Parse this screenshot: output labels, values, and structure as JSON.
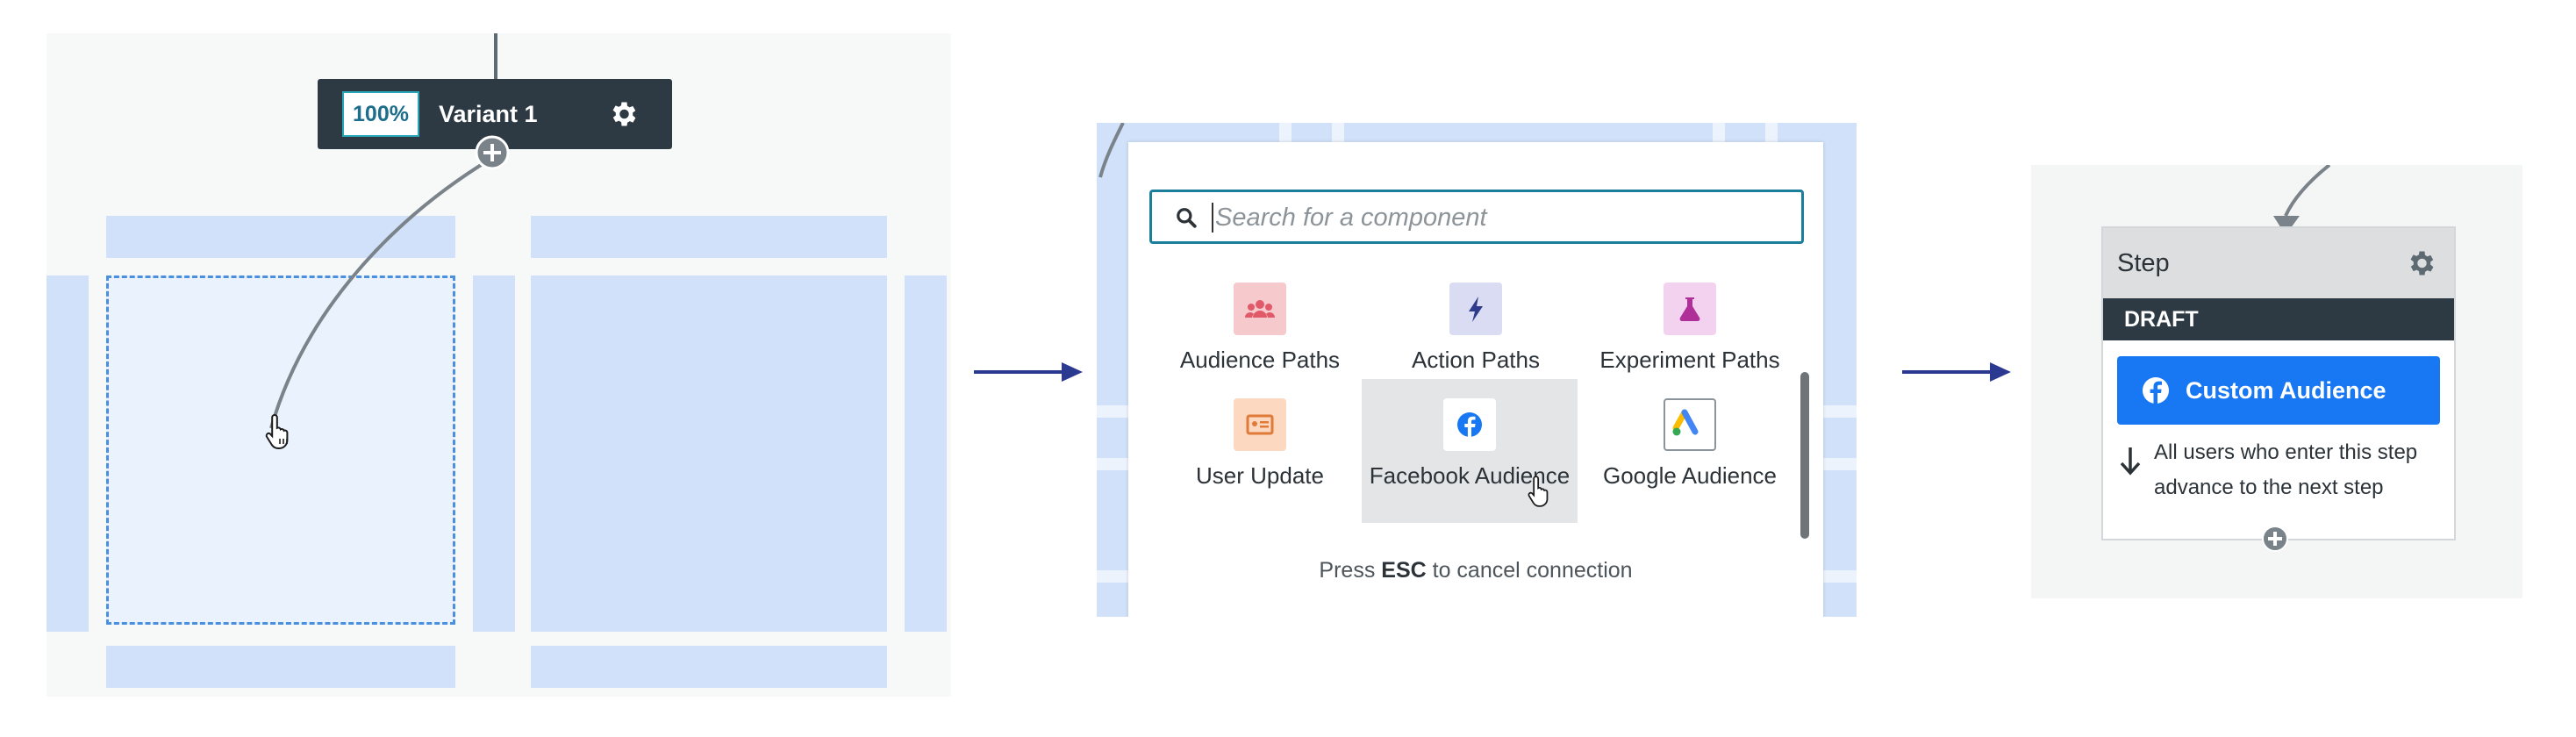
{
  "panel1": {
    "variant": {
      "percent": "100%",
      "name": "Variant 1"
    }
  },
  "panel2": {
    "search": {
      "placeholder": "Search for a component",
      "value": ""
    },
    "components": [
      {
        "label": "Audience Paths",
        "icon": "people-icon",
        "color": "#f6c9cc",
        "iconColor": "#e05a6a"
      },
      {
        "label": "Action Paths",
        "icon": "lightning-icon",
        "color": "#d9dcf2",
        "iconColor": "#2e3a8c"
      },
      {
        "label": "Experiment Paths",
        "icon": "flask-icon",
        "color": "#f2d2ef",
        "iconColor": "#b0309a"
      },
      {
        "label": "User Update",
        "icon": "id-card-icon",
        "color": "#fcd8c0",
        "iconColor": "#e07a38"
      },
      {
        "label": "Facebook Audience",
        "icon": "facebook-icon",
        "color": "#ffffff",
        "iconColor": "#1877f2"
      },
      {
        "label": "Google Audience",
        "icon": "google-ads-icon",
        "color": "#ffffff",
        "iconColor": "#4285f4"
      }
    ],
    "esc_prefix": "Press",
    "esc_key": "ESC",
    "esc_suffix": "to cancel connection"
  },
  "panel3": {
    "step_title": "Step",
    "status": "DRAFT",
    "button_label": "Custom Audience",
    "description": "All users who enter this step advance to the next step"
  },
  "colors": {
    "canvas_block": "#d0e1f9",
    "dark_bar": "#2e3a43",
    "accent_teal": "#1b7f9c",
    "facebook_blue": "#1877f2",
    "arrow_navy": "#2b3990"
  }
}
